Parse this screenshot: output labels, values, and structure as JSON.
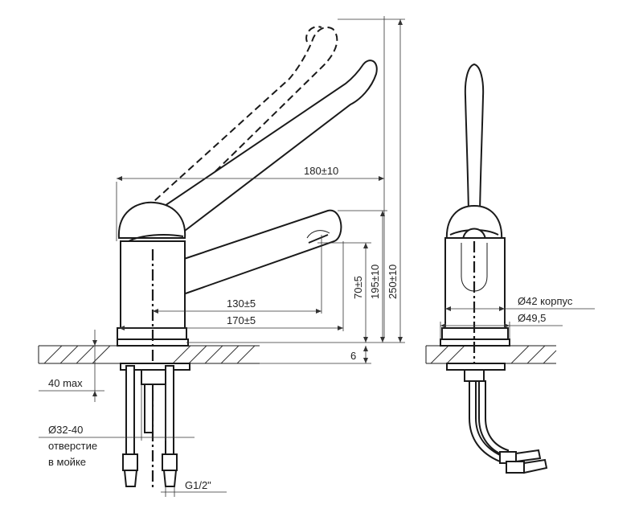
{
  "dimensions": {
    "d180": "180±10",
    "d130": "130±5",
    "d170": "170±5",
    "d70": "70±5",
    "d195": "195±10",
    "d250": "250±10",
    "d6": "6",
    "d40max": "40 max",
    "d32_40": "Ø32-40",
    "hole_line1": "отверстие",
    "hole_line2": "в мойке",
    "thread": "G1/2\"",
    "d42": "Ø42 корпус",
    "d49_5": "Ø49,5"
  }
}
